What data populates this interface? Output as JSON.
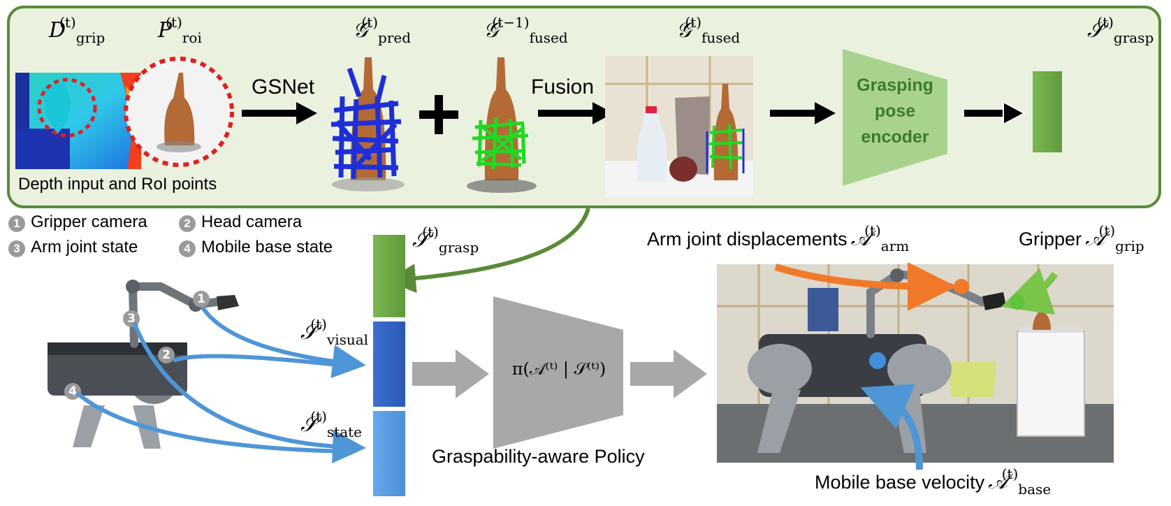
{
  "top": {
    "d_grip": {
      "base": "D",
      "sub": "grip",
      "sup": "(t)"
    },
    "p_roi": {
      "base": "P",
      "sub": "roi",
      "sup": "(t)"
    },
    "g_pred": {
      "base": "𝒢",
      "sub": "pred",
      "sup": "(t)"
    },
    "g_fused_prev": {
      "base": "𝒢",
      "sub": "fused",
      "sup": "(t−1)"
    },
    "g_fused": {
      "base": "𝒢",
      "sub": "fused",
      "sup": "(t)"
    },
    "s_grasp": {
      "base": "𝒮",
      "sub": "grasp",
      "sup": "(t)"
    },
    "depth_caption": "Depth input and RoI points",
    "gsnet_label": "GSNet",
    "fusion_label": "Fusion",
    "encoder_label": [
      "Grasping",
      "pose",
      "encoder"
    ]
  },
  "legend": [
    {
      "num": "1",
      "label": "Gripper camera"
    },
    {
      "num": "2",
      "label": "Head camera"
    },
    {
      "num": "3",
      "label": "Arm joint state"
    },
    {
      "num": "4",
      "label": "Mobile base state"
    }
  ],
  "bottom": {
    "s_grasp": {
      "base": "𝒮",
      "sub": "grasp",
      "sup": "(t)"
    },
    "s_visual": {
      "base": "𝒮",
      "sub": "visual",
      "sup": "(t)"
    },
    "s_state": {
      "base": "𝒮",
      "sub": "state",
      "sup": "(t)"
    },
    "policy_formula": "π(𝒜⁽ᵗ⁾ | 𝒮⁽ᵗ⁾)",
    "policy_caption": "Graspability-aware Policy",
    "arm_label": "Arm joint displacements",
    "arm_math": {
      "base": "𝒜",
      "sub": "arm",
      "sup": "(t)"
    },
    "grip_label": "Gripper",
    "grip_math": {
      "base": "𝒜",
      "sub": "grip",
      "sup": "(t)"
    },
    "base_label": "Mobile base velocity",
    "base_math": {
      "base": "𝒜",
      "sub": "base",
      "sup": "(t)"
    },
    "robot_markers": [
      "1",
      "2",
      "3",
      "4"
    ]
  },
  "colors": {
    "panel_border": "#5b8a3a",
    "panel_fill": "#eaf2df",
    "green_feature": "#6aa842",
    "blue_visual": "#3a6fc4",
    "blue_state": "#5c9de0",
    "orange_arrow": "#f07a2a",
    "policy_gray": "#a8a8a8"
  }
}
